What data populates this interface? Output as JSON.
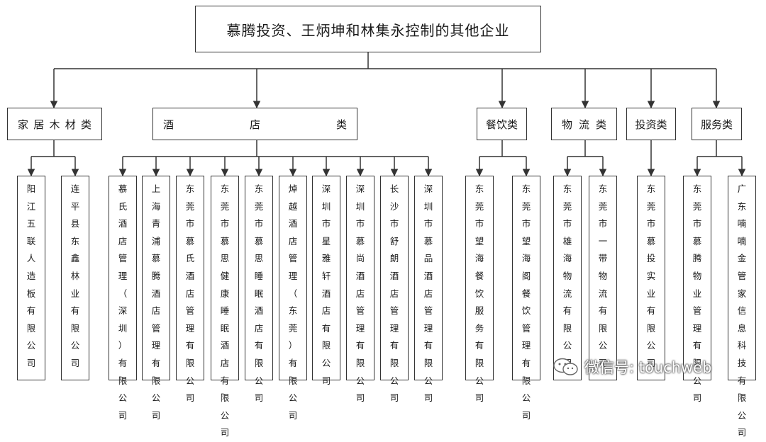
{
  "root": {
    "label": "慕腾投资、王炳坤和林集永控制的其他企业"
  },
  "categories": [
    {
      "id": "furniture",
      "label": "家居木材类",
      "companies": [
        "阳江五联人造板有限公司",
        "连平县东鑫林业有限公司"
      ]
    },
    {
      "id": "hotel",
      "label": "酒店类",
      "companies": [
        "慕氏酒店管理（深圳）有限公司",
        "上海青浦慕腾酒店管理有限公司",
        "东莞市慕氏酒店管理有限公司",
        "东莞市慕思健康睡眠酒店有限公司",
        "东莞市慕思睡眠酒店有限公司",
        "焯越酒店管理（东莞）有限公司",
        "深圳市星雅轩酒店有限公司",
        "深圳市慕尚酒店管理有限公司",
        "长沙市舒朗酒店管理有限公司",
        "深圳市慕品酒店管理有限公司"
      ]
    },
    {
      "id": "catering",
      "label": "餐饮类",
      "companies": [
        "东莞市望海餐饮服务有限公司",
        "东莞市望海阁餐饮管理有限公司"
      ]
    },
    {
      "id": "logistics",
      "label": "物流类",
      "companies": [
        "东莞市雄海物流有限公司",
        "东莞市一带物流有限公司"
      ]
    },
    {
      "id": "investment",
      "label": "投资类",
      "companies": [
        "东莞市慕投实业有限公司"
      ]
    },
    {
      "id": "service",
      "label": "服务类",
      "companies": [
        "东莞市慕腾物业管理有限公司",
        "广东喃喃金管家信息科技有限公司"
      ]
    }
  ],
  "watermark": {
    "text": "微信号: touchweb",
    "icon": "wechat-icon"
  }
}
